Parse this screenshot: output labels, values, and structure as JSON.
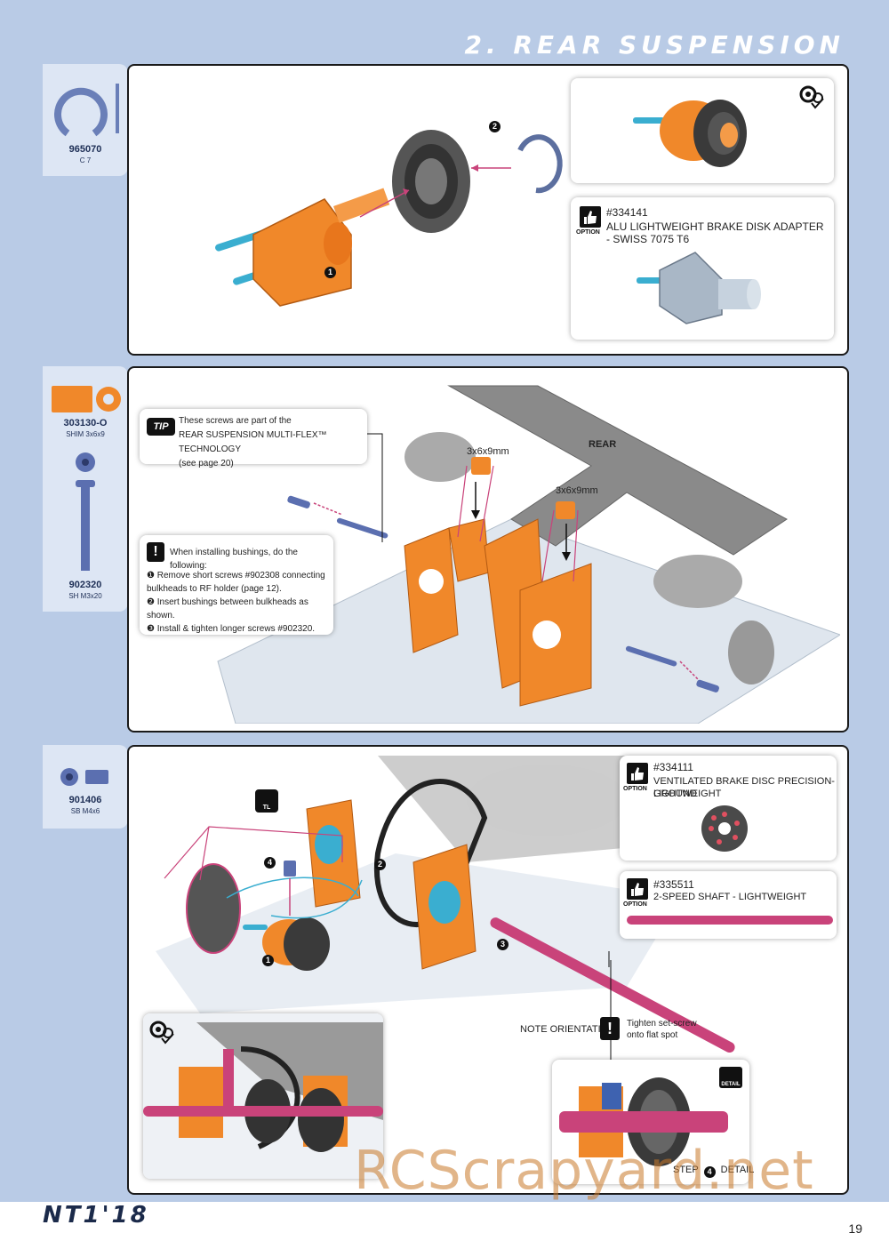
{
  "header": {
    "section_title": "2. REAR SUSPENSION"
  },
  "step1": {
    "part": {
      "code": "965070",
      "desc": "C 7"
    },
    "callouts": [
      "1",
      "2"
    ],
    "option": {
      "badge": "OPTION",
      "number": "#334141",
      "title": "ALU LIGHTWEIGHT BRAKE DISK ADAPTER - SWISS 7075 T6"
    }
  },
  "step2": {
    "parts": [
      {
        "code": "303130-O",
        "desc": "SHIM 3x6x9"
      },
      {
        "code": "902320",
        "desc": "SH M3x20"
      }
    ],
    "tip": {
      "badge": "TIP",
      "lines": [
        "These screws are part of the",
        "REAR SUSPENSION MULTI-FLEX™ TECHNOLOGY",
        "(see page 20)"
      ]
    },
    "warning": {
      "title": "When installing bushings, do the following:",
      "steps": [
        "❶ Remove short screws #902308 connecting",
        "bulkheads to RF holder (page 12).",
        "❷ Insert bushings between bulkheads as shown.",
        "❸ Install & tighten longer screws #902320."
      ]
    },
    "labels": {
      "bushing_a": "3x6x9mm",
      "bushing_b": "3x6x9mm",
      "rear": "REAR"
    }
  },
  "step3": {
    "part": {
      "code": "901406",
      "desc": "SB M4x6"
    },
    "callouts": [
      "1",
      "2",
      "3",
      "4"
    ],
    "option1": {
      "badge": "OPTION",
      "number": "#334111",
      "title_line1": "VENTILATED BRAKE DISC PRECISION-GROUND",
      "title_line2": "LIGHTWEIGHT"
    },
    "option2": {
      "badge": "OPTION",
      "number": "#335511",
      "title": "2-SPEED SHAFT - LIGHTWEIGHT"
    },
    "note_orientation": "NOTE ORIENTATION",
    "setscrew_note_line1": "Tighten set-screw",
    "setscrew_note_line2": "onto flat spot",
    "detail_badge": "DETAIL",
    "step_label": "STEP",
    "step_num": "4",
    "detail_label": "DETAIL",
    "tl_badge": "TL"
  },
  "footer": {
    "brand": "NT1'18",
    "page": "19",
    "watermark": "RCScrapyard.net"
  },
  "colors": {
    "background": "#b9cbe6",
    "orange": "#f0882a",
    "pink": "#c9437a",
    "blue": "#3aaed0",
    "gray": "#9a9a9a"
  }
}
